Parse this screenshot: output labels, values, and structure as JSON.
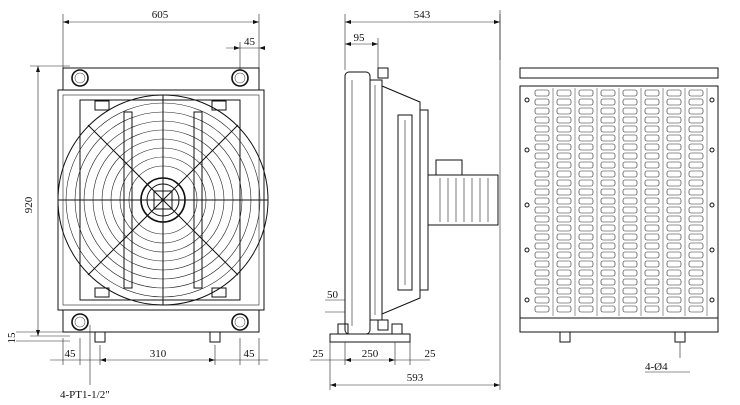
{
  "drawing": {
    "front_view": {
      "width_dim": "605",
      "height_dim": "920",
      "port_offset_dim": "45",
      "fan_offset_dim": "310",
      "bottom_left_dim": "45",
      "bottom_right_dim": "45",
      "foot_dim": "15",
      "port_callout": "4-PT1-1/2\""
    },
    "side_view": {
      "depth_dim": "543",
      "offset_dim": "95",
      "base_height_dim": "50",
      "foot_left_dim": "25",
      "foot_span_dim": "250",
      "foot_right_dim": "25",
      "overall_dim": "593"
    },
    "rear_view": {
      "hole_callout": "4-Ø4"
    }
  }
}
